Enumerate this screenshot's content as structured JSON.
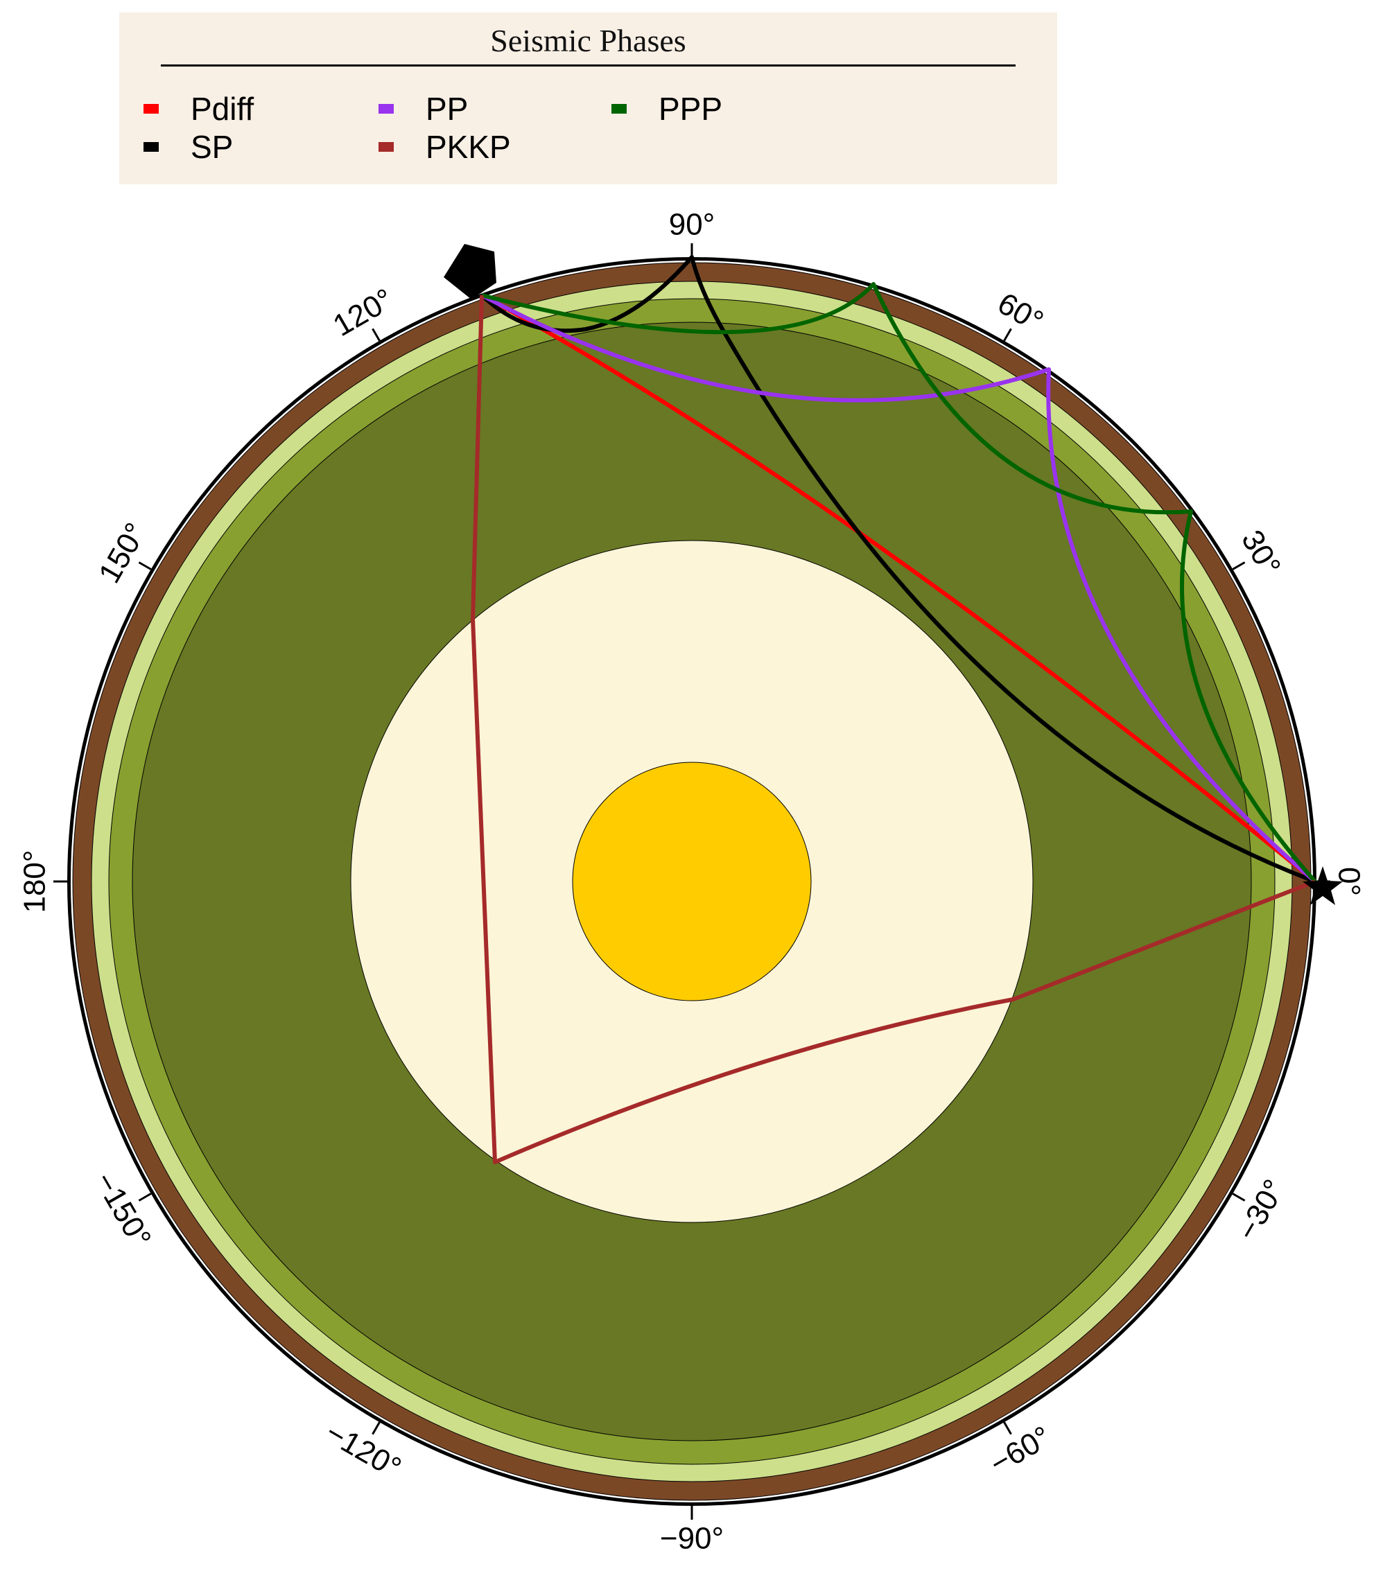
{
  "legend": {
    "title": "Seismic Phases",
    "items": [
      {
        "label": "Pdiff",
        "color": "#ff0000"
      },
      {
        "label": "SP",
        "color": "#000000"
      },
      {
        "label": "PP",
        "color": "#9933ee"
      },
      {
        "label": "PKKP",
        "color": "#a52a2a"
      },
      {
        "label": "PPP",
        "color": "#006400"
      }
    ]
  },
  "angle_labels": [
    {
      "angle": 0,
      "label": "0°"
    },
    {
      "angle": 30,
      "label": "30°"
    },
    {
      "angle": 60,
      "label": "60°"
    },
    {
      "angle": 90,
      "label": "90°"
    },
    {
      "angle": 120,
      "label": "120°"
    },
    {
      "angle": 150,
      "label": "150°"
    },
    {
      "angle": 180,
      "label": "180°"
    },
    {
      "angle": -150,
      "label": "−150°"
    },
    {
      "angle": -120,
      "label": "−120°"
    },
    {
      "angle": -90,
      "label": "−90°"
    },
    {
      "angle": -60,
      "label": "−60°"
    },
    {
      "angle": -30,
      "label": "−30°"
    }
  ],
  "layers": [
    {
      "name": "crust",
      "color": "#7b4826"
    },
    {
      "name": "upper-mantle",
      "color": "#cddf8a"
    },
    {
      "name": "transition-zone",
      "color": "#88a030"
    },
    {
      "name": "lower-mantle",
      "color": "#687824"
    },
    {
      "name": "outer-core",
      "color": "#fdf5d8"
    },
    {
      "name": "inner-core",
      "color": "#ffcc00"
    }
  ],
  "source_marker": "star-icon",
  "station_marker": "pentagon-icon"
}
